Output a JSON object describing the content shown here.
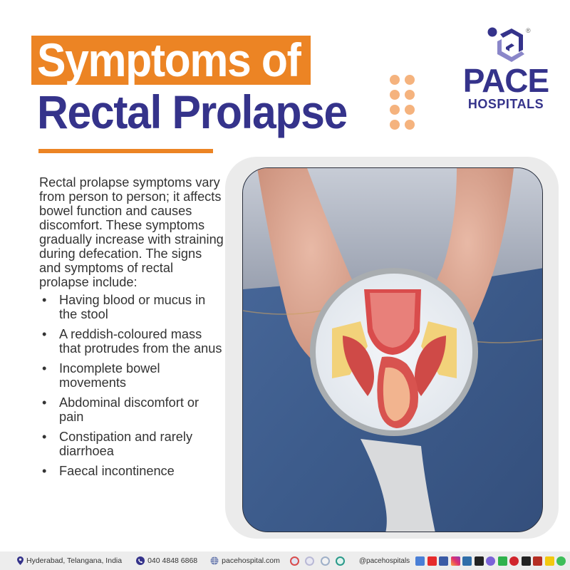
{
  "title": {
    "line1": "Symptoms of",
    "line2": "Rectal Prolapse",
    "line1_bg_color": "#ec8424",
    "line2_color": "#35338b"
  },
  "logo": {
    "brand": "PACE",
    "subtitle": "HOSPITALS",
    "registered_mark": "®",
    "color": "#35338b",
    "accent_color": "#8a86c9"
  },
  "intro": "Rectal prolapse symptoms vary from person to person; it affects bowel function and causes discomfort. These symptoms gradually increase with straining during defecation. The signs and symptoms of rectal prolapse include:",
  "symptoms": [
    "Having blood or mucus in the stool",
    "A reddish-coloured mass that protrudes from the anus",
    "Incomplete bowel movements",
    "Abdominal discomfort or pain",
    "Constipation and rarely diarrhoea",
    "Faecal incontinence"
  ],
  "image": {
    "description": "Man in grey t-shirt and blue jeans clutching buttocks, with circular inset illustration of rectal prolapse anatomy"
  },
  "footer": {
    "location": "Hyderabad, Telangana, India",
    "phone": "040 4848 6868",
    "website": "pacehospital.com",
    "social_handle": "@pacehospitals",
    "certification_icons": [
      "badge-1-icon",
      "badge-2-icon",
      "badge-3-icon",
      "badge-4-icon"
    ],
    "social_icons": [
      {
        "name": "google-business",
        "color": "#4a7fd6"
      },
      {
        "name": "youtube",
        "color": "#e62b2b"
      },
      {
        "name": "facebook",
        "color": "#3b5ba5"
      },
      {
        "name": "instagram",
        "color": "#e1306c"
      },
      {
        "name": "linkedin",
        "color": "#2f6ea9"
      },
      {
        "name": "x",
        "color": "#222222"
      },
      {
        "name": "messenger",
        "color": "#7b62d8"
      },
      {
        "name": "whatsapp",
        "color": "#2fb24c"
      },
      {
        "name": "pinterest",
        "color": "#d0252c"
      },
      {
        "name": "threads",
        "color": "#222222"
      },
      {
        "name": "quora",
        "color": "#b52e23"
      },
      {
        "name": "koo",
        "color": "#f2c80f"
      },
      {
        "name": "spotify",
        "color": "#3ebe5a"
      }
    ]
  }
}
